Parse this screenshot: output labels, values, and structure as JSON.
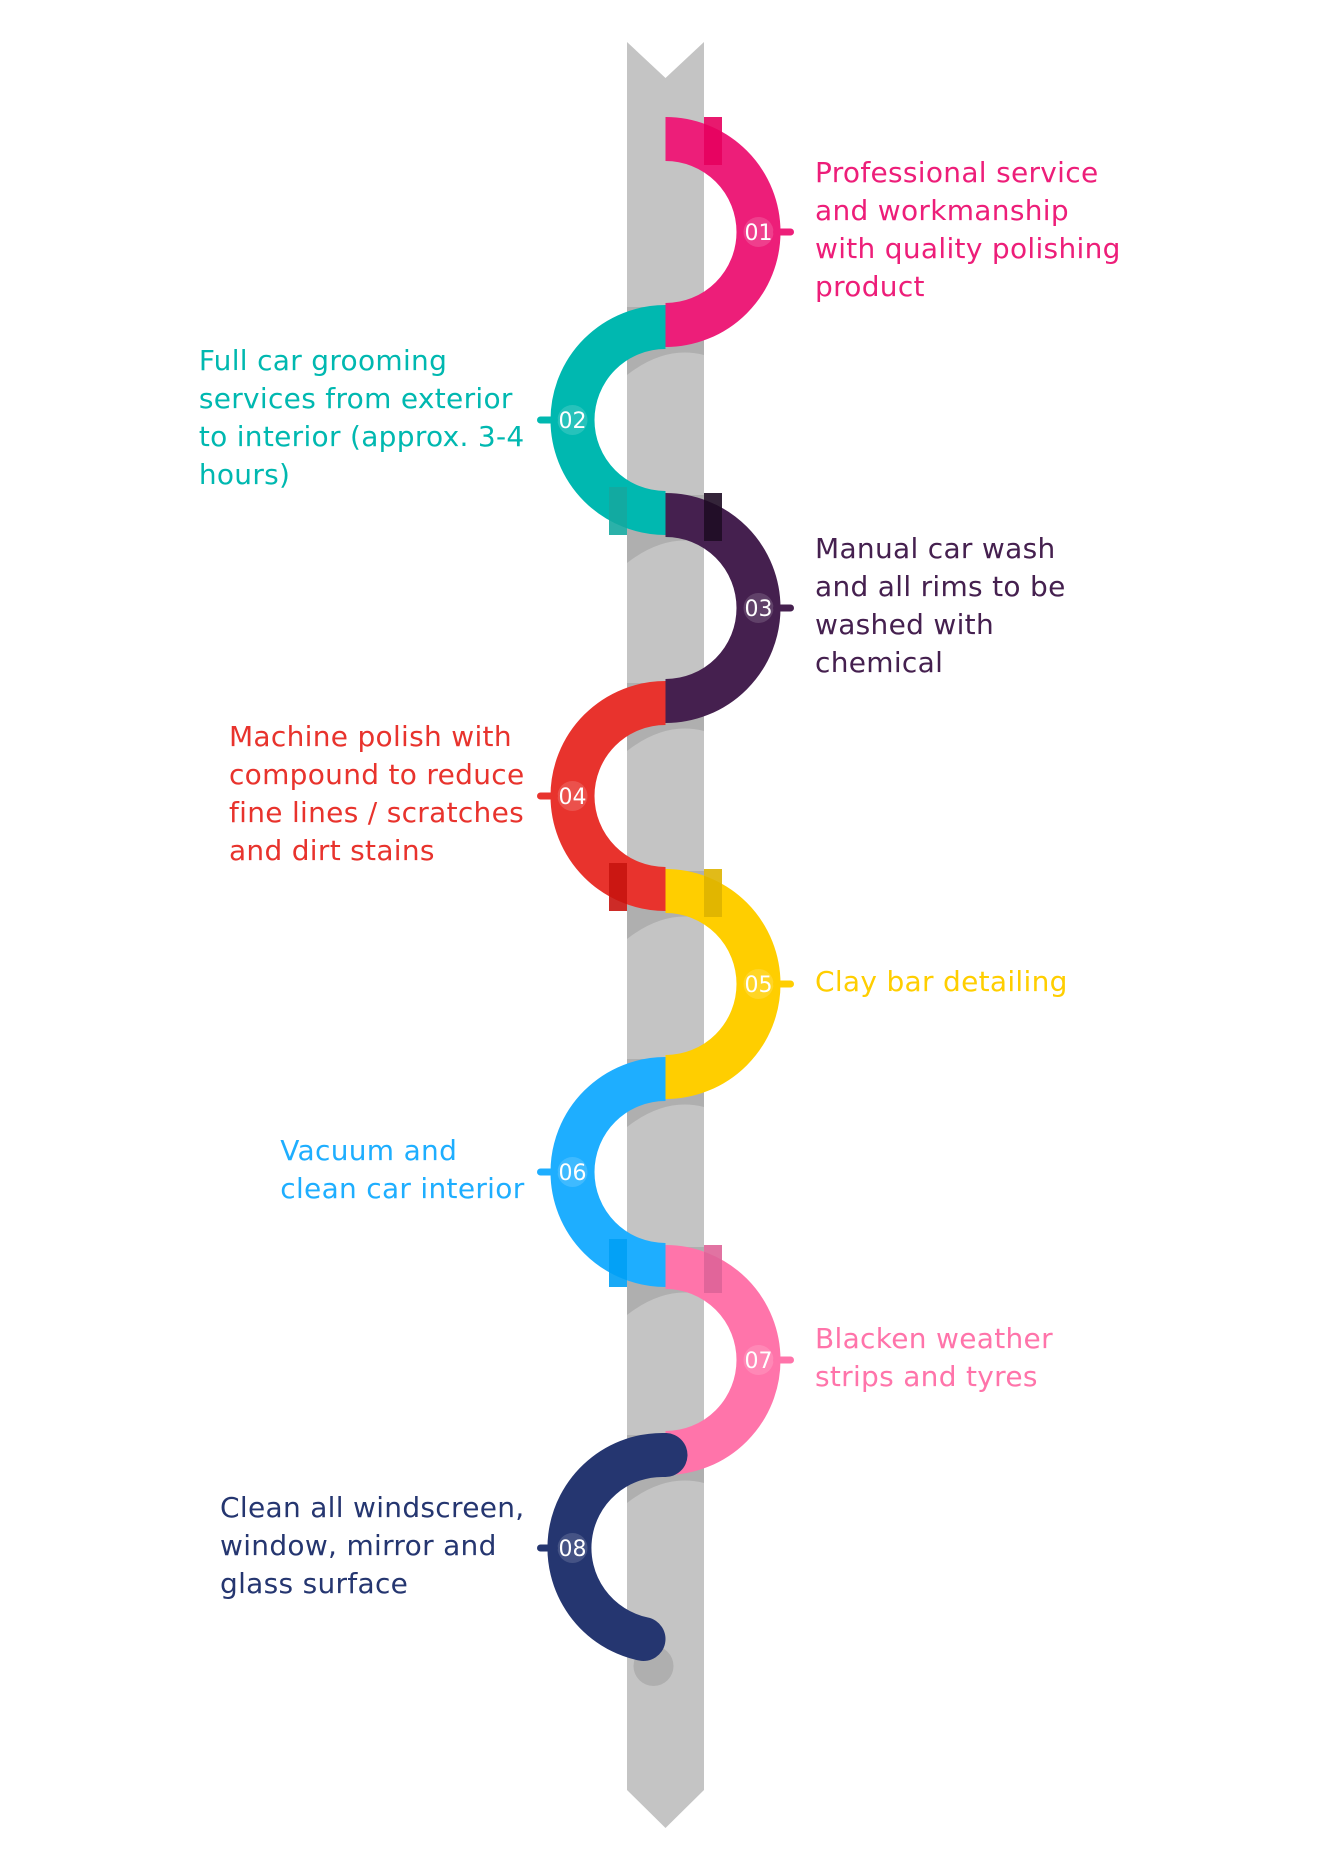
{
  "diagram": {
    "title": "",
    "steps": [
      {
        "number": "01",
        "side": "right",
        "color": "#ED1E79",
        "shade": "#E6005E",
        "lines": [
          "Professional service",
          "and workmanship",
          "with quality polishing",
          "product"
        ]
      },
      {
        "number": "02",
        "side": "left",
        "color": "#00B8B0",
        "shade": "#14A8A0",
        "lines": [
          "Full car grooming",
          "services from exterior",
          "to interior (approx. 3-4",
          "hours)"
        ]
      },
      {
        "number": "03",
        "side": "right",
        "color": "#45204F",
        "shade": "#1E0C24",
        "lines": [
          "Manual car wash",
          "and all rims to be",
          "washed with",
          "chemical"
        ]
      },
      {
        "number": "04",
        "side": "left",
        "color": "#E8332D",
        "shade": "#C8140F",
        "lines": [
          "Machine polish with",
          "compound to reduce",
          "fine lines / scratches",
          "and dirt stains"
        ]
      },
      {
        "number": "05",
        "side": "right",
        "color": "#FFCE00",
        "shade": "#DEB400",
        "lines": [
          "Clay bar detailing"
        ]
      },
      {
        "number": "06",
        "side": "left",
        "color": "#1EAEFF",
        "shade": "#00A0F5",
        "lines": [
          "Vacuum and",
          "clean car interior"
        ]
      },
      {
        "number": "07",
        "side": "right",
        "color": "#FF74AA",
        "shade": "#DE6498",
        "lines": [
          "Blacken weather",
          "strips and tyres"
        ]
      },
      {
        "number": "08",
        "side": "left",
        "color": "#253670",
        "shade": "#1C2A5A",
        "lines": [
          "Clean all windscreen,",
          "window, mirror and",
          "glass surface"
        ]
      }
    ],
    "colors": {
      "spine": "#C4C4C4",
      "spine_shadow": "#AFAFAF",
      "background": "#FFFFFF"
    }
  }
}
